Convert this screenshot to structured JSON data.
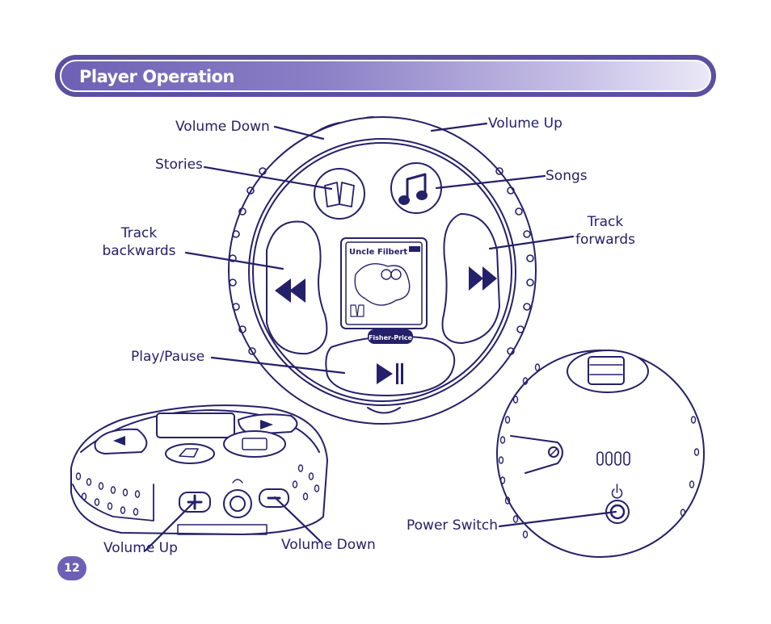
{
  "header": {
    "title": "Player Operation"
  },
  "page": {
    "number": "12"
  },
  "front_view": {
    "labels": {
      "volume_down": "Volume Down",
      "volume_up": "Volume Up",
      "stories": "Stories",
      "songs": "Songs",
      "track_backwards_line1": "Track",
      "track_backwards_line2": "backwards",
      "track_forwards_line1": "Track",
      "track_forwards_line2": "forwards",
      "play_pause": "Play/Pause"
    },
    "screen": {
      "title": "Uncle Filbert",
      "brand": "Fisher-Price"
    }
  },
  "side_view": {
    "labels": {
      "volume_up": "Volume Up",
      "volume_down": "Volume Down"
    }
  },
  "back_view": {
    "labels": {
      "power_switch": "Power Switch"
    }
  },
  "colors": {
    "ink": "#25206a",
    "banner": "#5b4fa3",
    "banner_light": "#ebe8f7",
    "white": "#ffffff"
  }
}
